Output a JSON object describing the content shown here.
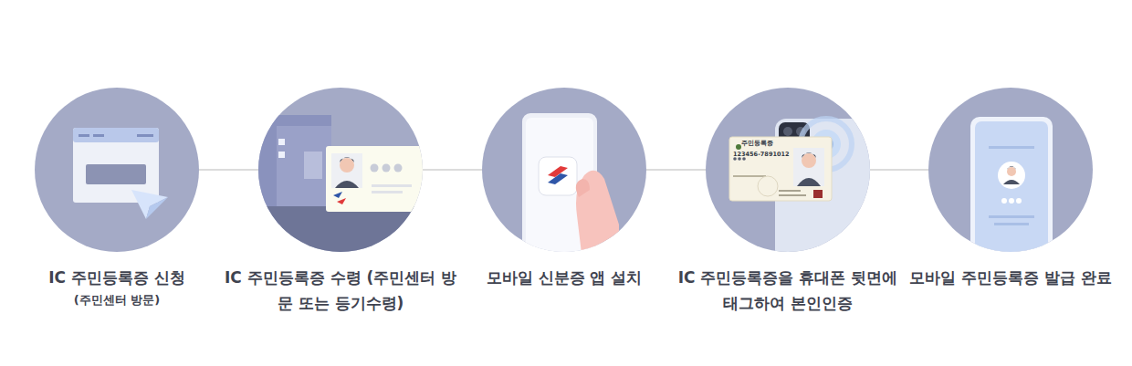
{
  "diagram": {
    "nodes": [
      {
        "text": [
          "IC 주민등록증 신청",
          "(주민센터 방문)"
        ]
      },
      {
        "text": [
          "IC 주민등록증 수령 (주민센터 방문 또는 등기수령)"
        ]
      },
      {
        "text": [
          "모바일 신분증 앱 설치"
        ]
      },
      {
        "text": [
          "IC 주민등록증을 휴대폰 뒷면에 태그하여 본인인증"
        ]
      },
      {
        "text": [
          "모바일 주민등록증 발급 완료"
        ]
      }
    ],
    "edges": [
      {
        "from": 0,
        "to": 1,
        "arrow": "none"
      },
      {
        "from": 1,
        "to": 2,
        "arrow": "none"
      },
      {
        "from": 2,
        "to": 3,
        "arrow": "none"
      },
      {
        "from": 3,
        "to": 4,
        "arrow": "none"
      }
    ],
    "labels": [
      "주민등록증",
      "123456-7891012"
    ]
  }
}
